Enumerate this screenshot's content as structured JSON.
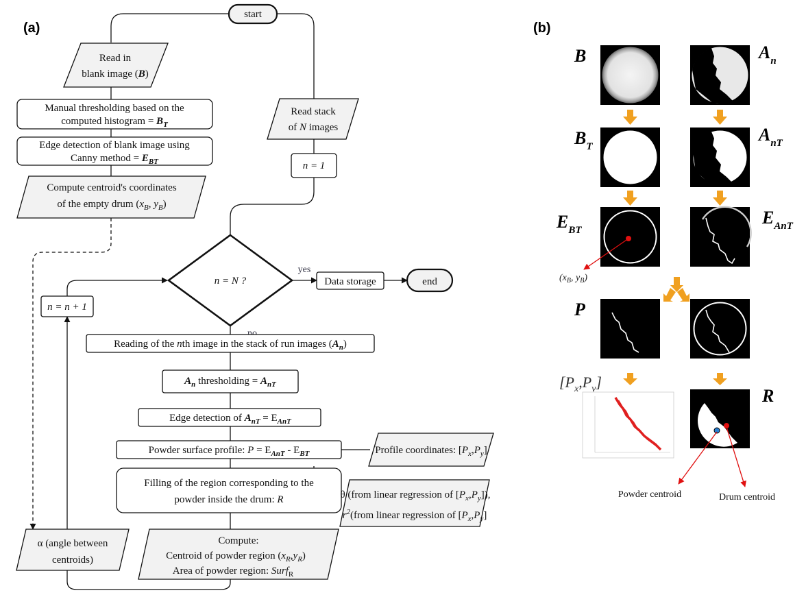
{
  "panel_a": {
    "label": "(a)",
    "start": "start",
    "end": "end",
    "read_blank": [
      "Read in",
      "blank image (",
      "B",
      ")"
    ],
    "threshold_blank": [
      "Manual thresholding based on the",
      "computed histogram = ",
      "B",
      "T"
    ],
    "edge_blank": [
      "Edge detection of blank image using",
      "Canny method = ",
      "E",
      "BT"
    ],
    "centroid_blank": [
      "Compute centroid's coordinates",
      "of the empty drum (",
      "x",
      "B",
      ", ",
      "y",
      "B",
      ")"
    ],
    "read_stack": [
      "Read stack",
      "of ",
      "N",
      " images"
    ],
    "n_init": "n = 1",
    "decision": "n = N ?",
    "yes": "yes",
    "no": "no",
    "data_storage": "Data storage",
    "increment": "n = n + 1",
    "read_nth": [
      "Reading of the ",
      "n",
      "th image in the stack of run images (",
      "A",
      "n",
      ")"
    ],
    "threshold_n": [
      "A",
      "n",
      " thresholding = ",
      "A",
      "nT"
    ],
    "edge_n": [
      "Edge detection of ",
      "A",
      "nT",
      " = E",
      "AnT"
    ],
    "profile": [
      "Powder surface profile: ",
      "P",
      " = E",
      "AnT",
      " - E",
      "BT"
    ],
    "profile_coords": [
      "Profile coordinates: [",
      "P",
      "x",
      ",",
      "P",
      "y",
      "]"
    ],
    "fill_region": [
      "Filling of the region corresponding to the",
      "powder inside the drum: ",
      "R"
    ],
    "theta": [
      "θ (from linear regression of [",
      "P",
      "x",
      ",",
      "P",
      "y",
      "]),"
    ],
    "r2": [
      "r",
      "2",
      "(from linear regression of [",
      "P",
      "x",
      ",",
      "P",
      "y",
      "]"
    ],
    "compute": [
      "Compute:",
      "Centroid of powder region (",
      "x",
      "R",
      ",",
      "y",
      "R",
      ")",
      "Area of powder region: ",
      "Surf",
      "R"
    ],
    "alpha": [
      "α (angle between",
      "centroids)"
    ]
  },
  "panel_b": {
    "label": "(b)",
    "labels": {
      "B": "B",
      "An": [
        "A",
        "n"
      ],
      "BT": [
        "B",
        "T"
      ],
      "AnT": [
        "A",
        "nT"
      ],
      "EBT": [
        "E",
        "BT"
      ],
      "EAnT": [
        "E",
        "AnT"
      ],
      "P": "P",
      "R": "R"
    },
    "xy_label": [
      "(x",
      "B",
      ", y",
      "B",
      ")"
    ],
    "pxpy_label": [
      "[P",
      "x",
      ",P",
      "y",
      "]"
    ],
    "powder_centroid": "Powder centroid",
    "drum_centroid": "Drum centroid",
    "colors": {
      "arrow_orange": "#f0a020",
      "profile_red": "#e02020",
      "marker_red": "#e01010",
      "marker_blue": "#2a7fd0"
    }
  }
}
